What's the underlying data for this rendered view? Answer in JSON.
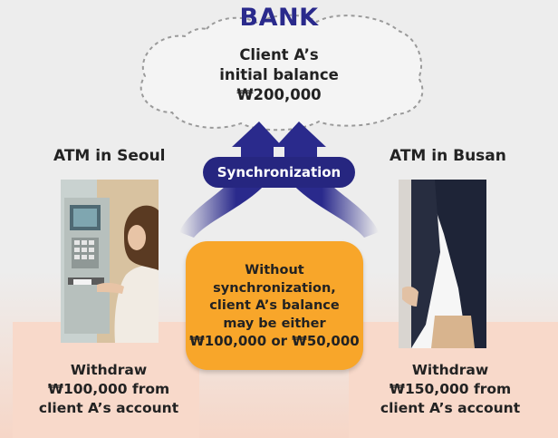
{
  "bank": {
    "title": "BANK",
    "line1": "Client A’s",
    "line2": "initial balance",
    "line3": "₩200,000"
  },
  "sync": {
    "label": "Synchronization"
  },
  "left": {
    "label": "ATM in Seoul",
    "withdraw": {
      "line1": "Withdraw",
      "line2": "₩100,000 from",
      "line3": "client A’s account"
    }
  },
  "right": {
    "label": "ATM in Busan",
    "withdraw": {
      "line1": "Withdraw",
      "line2": "₩150,000 from",
      "line3": "client A’s account"
    }
  },
  "middle": {
    "line1": "Without",
    "line2": "synchronization,",
    "line3": "client A’s balance",
    "line4": "may be either",
    "line5": "₩100,000 or ₩50,000"
  },
  "colors": {
    "navy": "#2a2a8c",
    "orange": "#f8a62a",
    "pink": "#f8d9ca",
    "background": "#ededed"
  }
}
